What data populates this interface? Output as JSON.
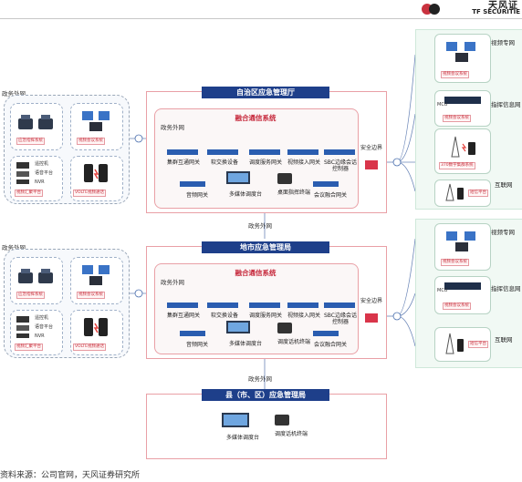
{
  "logo": {
    "cn": "天风证",
    "en": "TF SECURITIE"
  },
  "source": "资料来源：公司官网，天风证券研究所",
  "labels": {
    "gov_extranet": "政务外网",
    "security_border": "安全边界",
    "video_private": "视频专网",
    "command_info": "指挥信息网",
    "internet": "互联网"
  },
  "tier1": {
    "title": "自治区应急管理厅",
    "core_title": "融合通信系统",
    "cloud_label": "政务外网",
    "devices": [
      {
        "label": "集群互通网关"
      },
      {
        "label": "软交换设备"
      },
      {
        "label": "调度服务网关"
      },
      {
        "label": "视频接入网关"
      },
      {
        "label": "SBC边缘会话控制器"
      }
    ],
    "bottom_devices": [
      {
        "label": "音频网关"
      },
      {
        "label": "多媒体调度台"
      },
      {
        "label": "桌面指挥终端"
      },
      {
        "label": "会议融合网关"
      }
    ]
  },
  "tier2": {
    "title": "地市应急管理局",
    "core_title": "融合通信系统",
    "cloud_label": "政务外网",
    "devices": [
      {
        "label": "集群互通网关"
      },
      {
        "label": "软交换设备"
      },
      {
        "label": "调度服务网关"
      },
      {
        "label": "视频接入网关"
      },
      {
        "label": "SBC边缘会话控制器"
      }
    ],
    "bottom_devices": [
      {
        "label": "音频网关"
      },
      {
        "label": "多媒体调度台"
      },
      {
        "label": "调度话机终端"
      },
      {
        "label": "会议融合网关"
      }
    ]
  },
  "tier3": {
    "title": "县（市、区）应急管理局",
    "devices": [
      {
        "label": "多媒体调度台"
      },
      {
        "label": "调度话机终端"
      }
    ]
  },
  "left_panels": {
    "top": {
      "label": "政务外网",
      "tags": [
        "应急指挥系统",
        "视频会议系统",
        "视频汇聚平台",
        "VOLTE视频通话"
      ],
      "small": [
        "遥控机",
        "语音平台",
        "NVR"
      ]
    },
    "bottom": {
      "label": "政务外网",
      "tags": [
        "应急指挥系统",
        "视频会议系统",
        "视频汇聚平台",
        "VOLTE视频通话"
      ],
      "small": [
        "遥控机",
        "语音平台",
        "NVR"
      ]
    }
  },
  "right_panels": {
    "top": {
      "video_tag": "视频会议系统",
      "mcu": "MCU",
      "mcu_tag": "视频会议系统",
      "trunk_tag": "370数字集群系统",
      "internet_tag": "短信平台"
    },
    "bottom": {
      "video_tag": "视频会议系统",
      "mcu": "MCU",
      "mcu_tag": "视频会议系统",
      "internet_tag": "短信平台"
    }
  },
  "colors": {
    "title_bg": "#1e3f8a",
    "core_red": "#c6283b",
    "router_blue": "#2a5db0",
    "gateway_red": "#d9354a",
    "panel_green": "#f1f9f4"
  }
}
